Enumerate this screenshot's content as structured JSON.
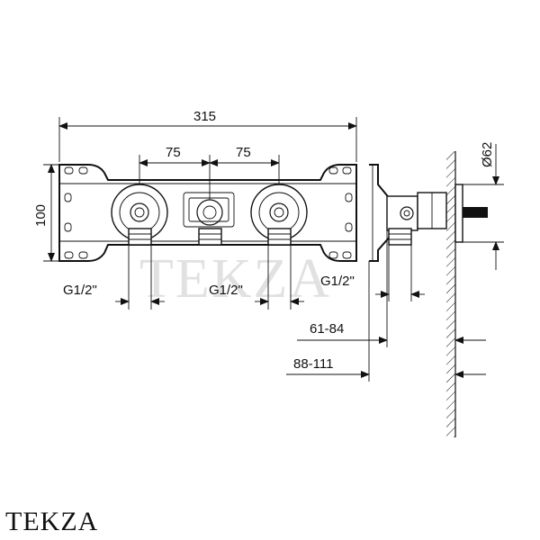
{
  "dimensions": {
    "overall_width": "315",
    "spacing_left": "75",
    "spacing_right": "75",
    "height": "100",
    "thread_left": "G1/2\"",
    "thread_center": "G1/2\"",
    "thread_side": "G1/2\"",
    "depth_range_a": "61-84",
    "depth_range_b": "88-111",
    "rosette_diameter": "Ø62"
  },
  "watermark": "TEKZA",
  "brand": "TEKZA"
}
